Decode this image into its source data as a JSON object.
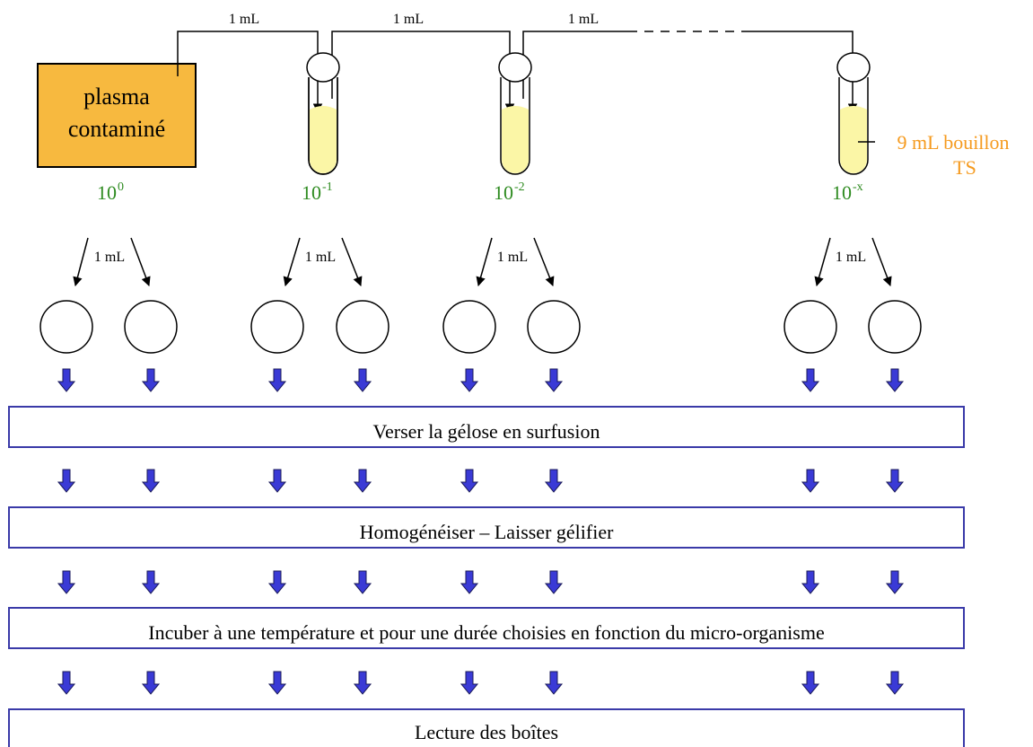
{
  "source": {
    "line1": "plasma",
    "line2": "contaminé"
  },
  "transfer_volume": "1 mL",
  "dilutions": [
    {
      "base": "10",
      "exp": "0"
    },
    {
      "base": "10",
      "exp": "-1"
    },
    {
      "base": "10",
      "exp": "-2"
    },
    {
      "base": "10",
      "exp": "-x"
    }
  ],
  "tube_content": {
    "line1": "9 mL bouillon",
    "line2": "TS"
  },
  "steps": [
    "Verser la gélose en surfusion",
    "Homogénéiser – Laisser gélifier",
    "Incuber à une température et pour une durée choisies en fonction du micro-organisme",
    "Lecture des boîtes"
  ],
  "colors": {
    "source_fill": "#f7b93f",
    "tube_liquid": "#fbf6a6",
    "dilution_text": "#2e8b20",
    "annotation_text": "#f59a1e",
    "arrow_fill": "#3a3ad6",
    "step_border": "#3a3aa8"
  }
}
